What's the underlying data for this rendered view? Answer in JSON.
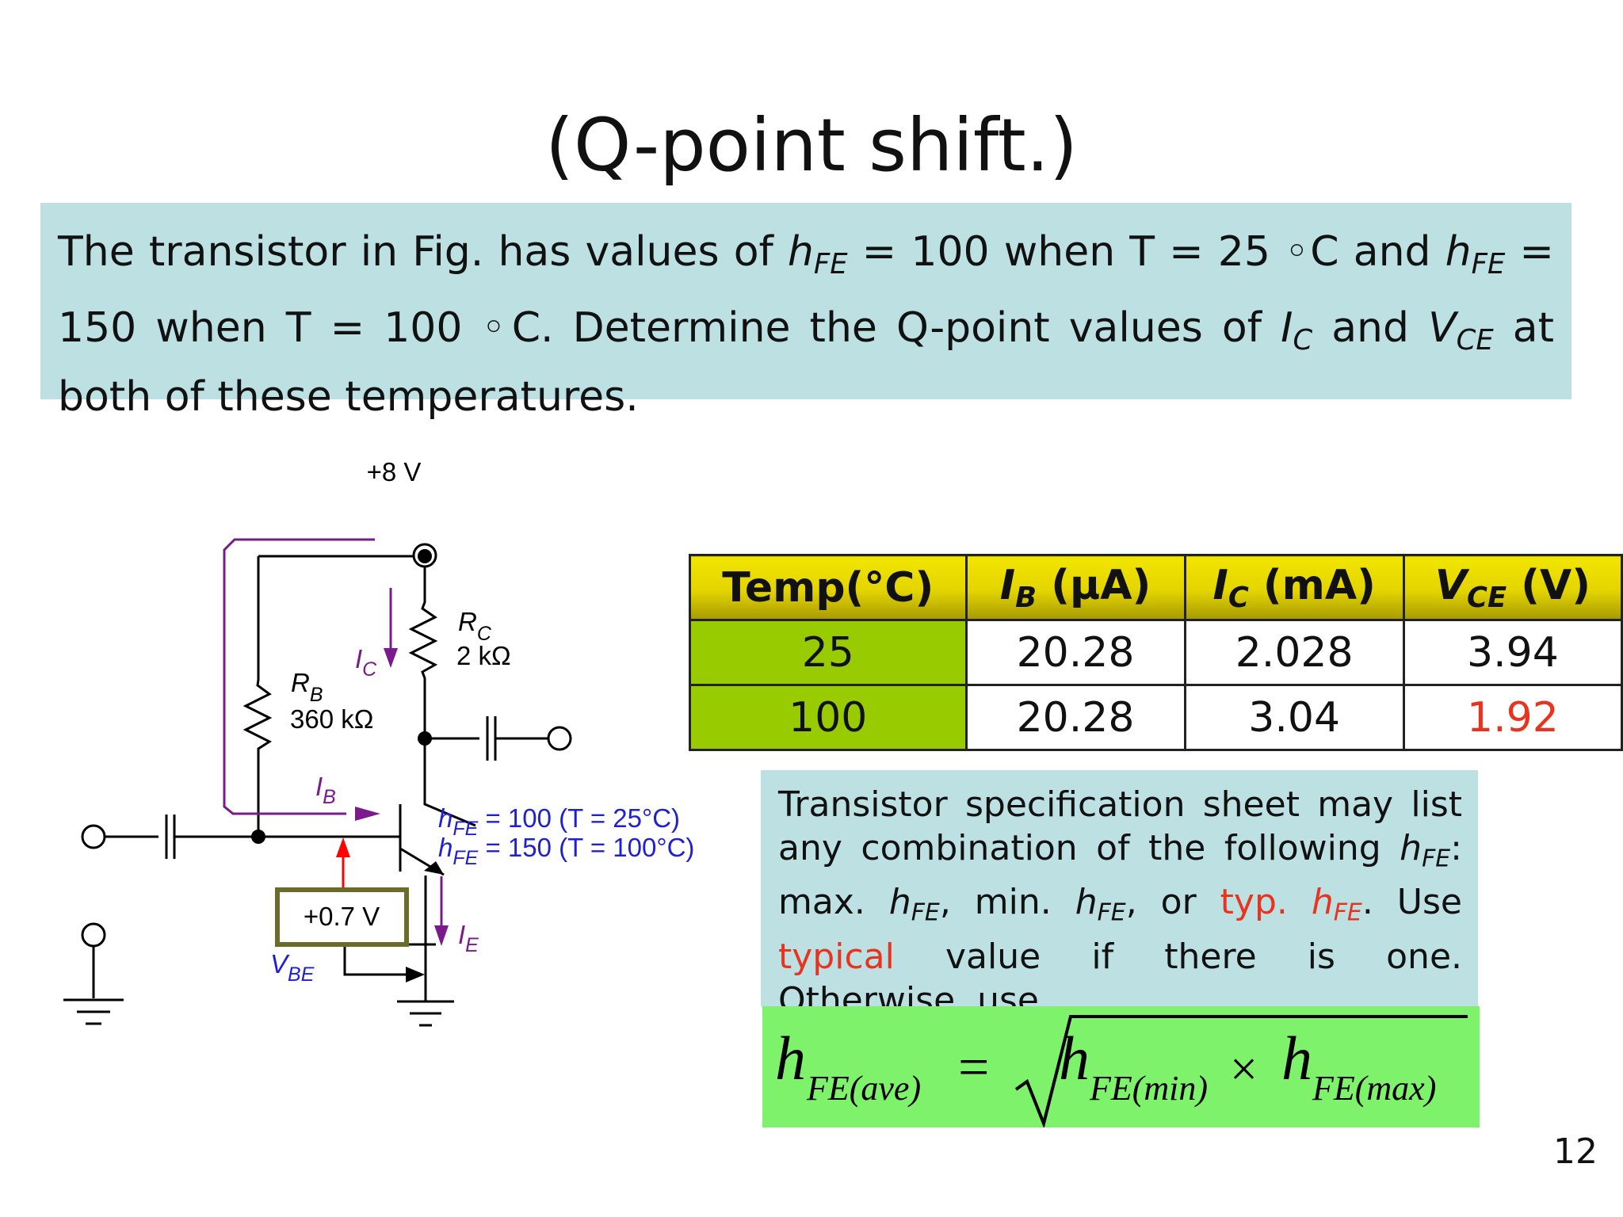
{
  "slide": {
    "title": "(Q-point shift.)",
    "page_number": "12"
  },
  "problem": {
    "l1_a": "The transistor in Fig. has values of ",
    "h": "h",
    "fe": "FE",
    "l1_b": " = 100 when T = 25 ◦C and ",
    "l1_c": " =",
    "l2_a": "150 when T = 100 ◦C.  Determine the Q-point values of ",
    "i": "I",
    "c": "C",
    "l2_b": " and ",
    "v": "V",
    "ce": "CE",
    "l2_c": " at",
    "l3": "both of these temperatures."
  },
  "circuit": {
    "vcc": "+8 V",
    "rc_name": "R",
    "rc_sub": "C",
    "rc_value": "2 kΩ",
    "rb_name": "R",
    "rb_sub": "B",
    "rb_value": "360 kΩ",
    "ic_name": "I",
    "ic_sub": "C",
    "ib_name": "I",
    "ib_sub": "B",
    "ie_name": "I",
    "ie_sub": "E",
    "hfe1_name": "h",
    "hfe1_sub": "FE",
    "hfe1_value": " = 100 (T = 25°C)",
    "hfe2_name": "h",
    "hfe2_sub": "FE",
    "hfe2_value": " = 150 (T = 100°C)",
    "vbe_box": "+0.7 V",
    "vbe_name": "V",
    "vbe_sub": "BE",
    "colors": {
      "wire": "#000000",
      "blue": "#1f1fd6",
      "purple": "#7a1a8c",
      "red": "#ff0000",
      "box": "#6b6b2a"
    }
  },
  "table": {
    "headers": {
      "temp": "Temp(°C)",
      "ib": "I",
      "ib_sub": "B",
      "ib_unit": " (μA)",
      "ic": "I",
      "ic_sub": "C",
      "ic_unit": " (mA)",
      "vce": "V",
      "vce_sub": "CE",
      "vce_unit": " (V)"
    },
    "rows": [
      {
        "temp": "25",
        "ib": "20.28",
        "ic": "2.028",
        "vce": "3.94"
      },
      {
        "temp": "100",
        "ib": "20.28",
        "ic": "3.04",
        "vce": "1.92"
      }
    ],
    "colors": {
      "header": "#e3d400",
      "temp_cells": "#99cc00",
      "highlight": "#e8331f"
    }
  },
  "note": {
    "l1": "Transistor specification sheet may list",
    "l2_a": "any combination of the following ",
    "h": "h",
    "fe": "FE",
    "l2_b": ":",
    "l3_a": "max. ",
    "l3_b": ", min. ",
    "l3_c": ", or ",
    "l3_typ": "typ. ",
    "l3_d": ".   Use",
    "l4_typical": "typical",
    "l4_rest": " value if there is one.",
    "l5": "Otherwise, use"
  },
  "formula": {
    "h": "h",
    "sub_ave": "FE(ave)",
    "eq": "=",
    "sub_min": "FE(min)",
    "times": "×",
    "sub_max": "FE(max)"
  }
}
